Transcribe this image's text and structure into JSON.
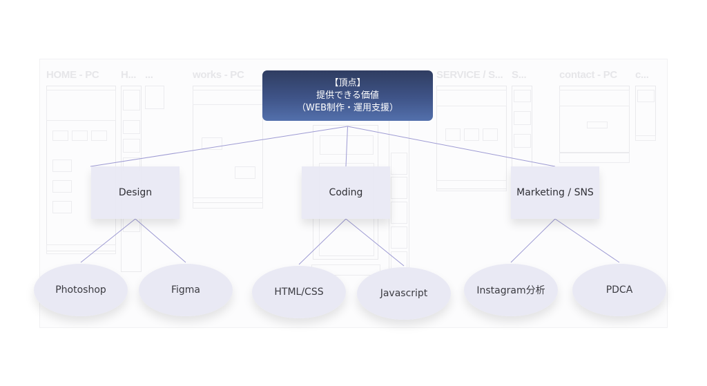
{
  "diagram": {
    "type": "tree",
    "root": {
      "lines": [
        "【頂点】",
        "提供できる価値",
        "（WEB制作・運用支援）"
      ]
    },
    "categories": [
      {
        "label": "Design",
        "children": [
          "Photoshop",
          "Figma"
        ]
      },
      {
        "label": "Coding",
        "children": [
          "HTML/CSS",
          "Javascript"
        ]
      },
      {
        "label": "Marketing / SNS",
        "children": [
          "Instagram分析",
          "PDCA"
        ]
      }
    ],
    "background_wireframes": [
      "HOME - PC",
      "H...",
      "...",
      "works - PC",
      "SERVICE / S...",
      "S...",
      "contact - PC",
      "c..."
    ]
  },
  "colors": {
    "root_top": "#2f3d61",
    "root_bottom": "#5370ac",
    "node_fill": "#e8e8f4",
    "connector": "#9d9ad3"
  }
}
